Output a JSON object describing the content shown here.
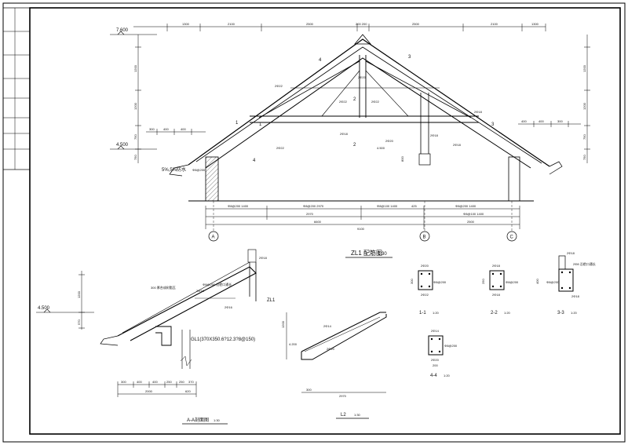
{
  "title_block": {
    "cells": [
      "",
      "",
      "",
      "",
      "",
      "",
      ""
    ]
  },
  "main_section": {
    "title": "ZL1 配筋图",
    "scale": "1:30",
    "top_dimensions": [
      "1300",
      "2100",
      "2500",
      "200 200",
      "2500",
      "2100",
      "1300"
    ],
    "left_elevations": [
      "7.600",
      "4.500"
    ],
    "left_vertical_dims": [
      "1200",
      "1200",
      "750",
      "750"
    ],
    "left_horizontal_dims": [
      "300",
      "400",
      "400"
    ],
    "right_vertical_dims": [
      "1200",
      "1200",
      "750",
      "750"
    ],
    "right_horizontal_dims": [
      "400",
      "400",
      "300"
    ],
    "rebar_labels": [
      "2Φ22",
      "2Φ22",
      "2Φ22",
      "2Φ22",
      "2Φ18",
      "2Φ18",
      "2Φ18",
      "2Φ18",
      "2Φ20",
      "2Φ20",
      "Φ8@200"
    ],
    "section_marks": [
      "1",
      "1",
      "2",
      "2",
      "3",
      "3",
      "4",
      "4"
    ],
    "bottom_dimensions": [
      "Φ8@200 1400",
      "Φ8@200 2970",
      "Φ8@100 1400",
      "2970",
      "425",
      "Φ8@200 1400",
      "Φ8@100 1400"
    ],
    "overall_dims": [
      "6600",
      "2500",
      "9100"
    ],
    "axes": [
      "A",
      "B",
      "C"
    ],
    "elev_mid": "4.500",
    "dim_mid": "800",
    "left_note": "5%,5%防水"
  },
  "section_aa": {
    "title": "A-A剖面图",
    "scale": "1:30",
    "elevation": "4.500",
    "labels": [
      "300 厚合成树脂瓦",
      "Φ8@200 沿檐口通长",
      "ZL1",
      "GL1(370X350.6?12.3?8@150)",
      "2Φ16",
      "2Φ16",
      "2Φ18"
    ],
    "vertical_dims": [
      "1200",
      "570"
    ],
    "bottom_dims": [
      "300",
      "400",
      "400",
      "250",
      "250",
      "370"
    ],
    "overall": [
      "2000",
      "620"
    ]
  },
  "section_l2": {
    "title": "L2",
    "scale": "1:30",
    "labels": [
      "2Φ14",
      "2Φ20",
      "4.200",
      "300",
      "1200",
      "2970"
    ]
  },
  "small_sections": [
    {
      "name": "1-1",
      "scale": "1:20",
      "top": "2Φ20",
      "bottom": "2Φ22",
      "stirrup": "Φ8@200",
      "dim": "300"
    },
    {
      "name": "2-2",
      "scale": "1:20",
      "top": "2Φ18",
      "bottom": "2Φ18",
      "stirrup": "Φ8@200",
      "dim": "250"
    },
    {
      "name": "3-3",
      "scale": "1:20",
      "top": "2Φ18",
      "bottom": "2Φ18",
      "stirrup": "Φ8@200",
      "dim": "400",
      "note": "2Φ8 沿檐口通长"
    },
    {
      "name": "4-4",
      "scale": "1:20",
      "top": "2Φ14",
      "bottom": "2Φ20",
      "stirrup": "Φ8@200",
      "dim": "200"
    }
  ]
}
